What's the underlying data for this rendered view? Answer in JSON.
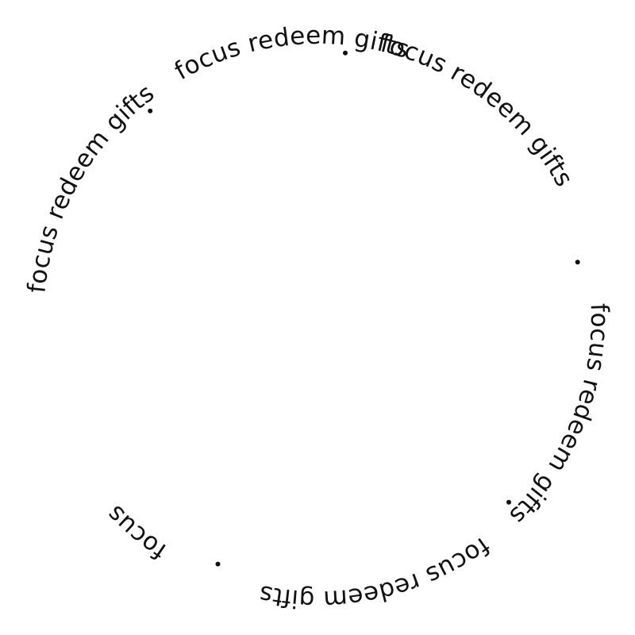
{
  "badge": {
    "phrase": "focus redeem gifts",
    "separator": "•",
    "text_color": "#111111",
    "background": "#ffffff",
    "segments": [
      {
        "text": "focus redeem gifts"
      },
      {
        "text": "focus redeem gifts"
      },
      {
        "text": "focus redeem gifts"
      },
      {
        "text": "focus redeem gifts"
      },
      {
        "text": "focus redeem gifts"
      },
      {
        "text": "focus"
      }
    ]
  }
}
